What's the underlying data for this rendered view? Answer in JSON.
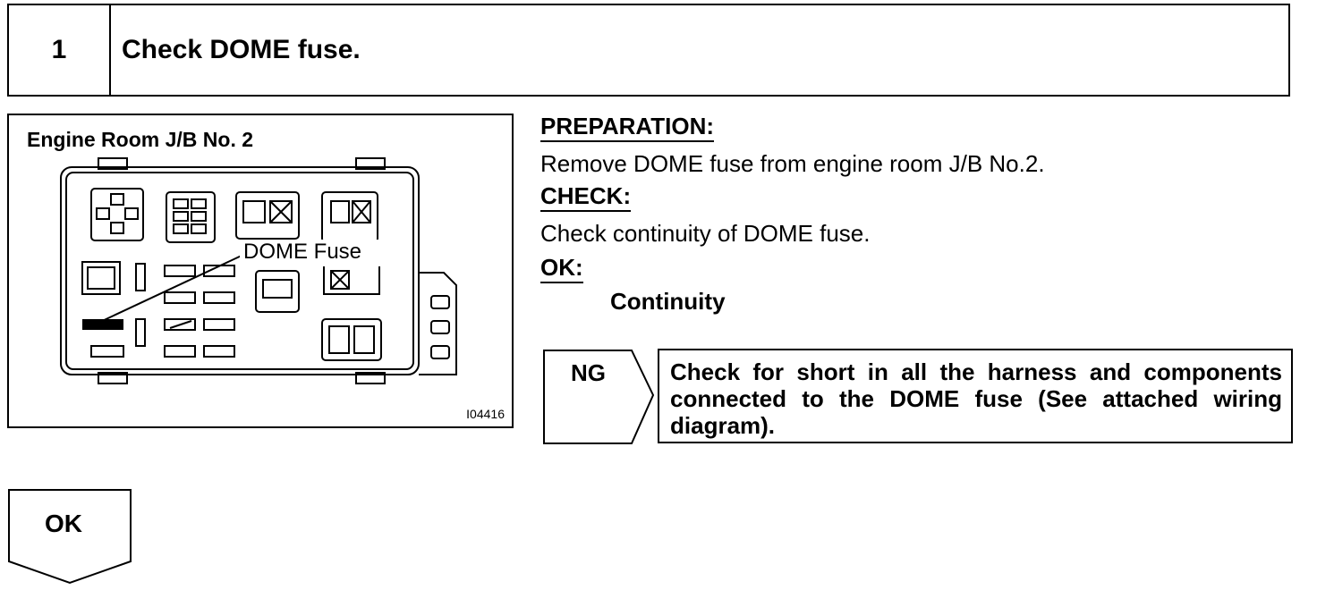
{
  "step": {
    "number": "1",
    "title": "Check DOME fuse."
  },
  "figure": {
    "title": "Engine Room J/B No. 2",
    "callout": "DOME Fuse",
    "code": "I04416"
  },
  "preparation": {
    "heading": "PREPARATION:",
    "text": "Remove DOME fuse from engine room J/B No.2."
  },
  "check": {
    "heading": "CHECK:",
    "text": "Check continuity of DOME fuse."
  },
  "ok_section": {
    "heading": "OK:",
    "value": "Continuity"
  },
  "ng": {
    "label": "NG",
    "action": "Check for short in all the harness and components connected to the DOME fuse (See attached wiring diagram)."
  },
  "ok_result": {
    "label": "OK"
  }
}
